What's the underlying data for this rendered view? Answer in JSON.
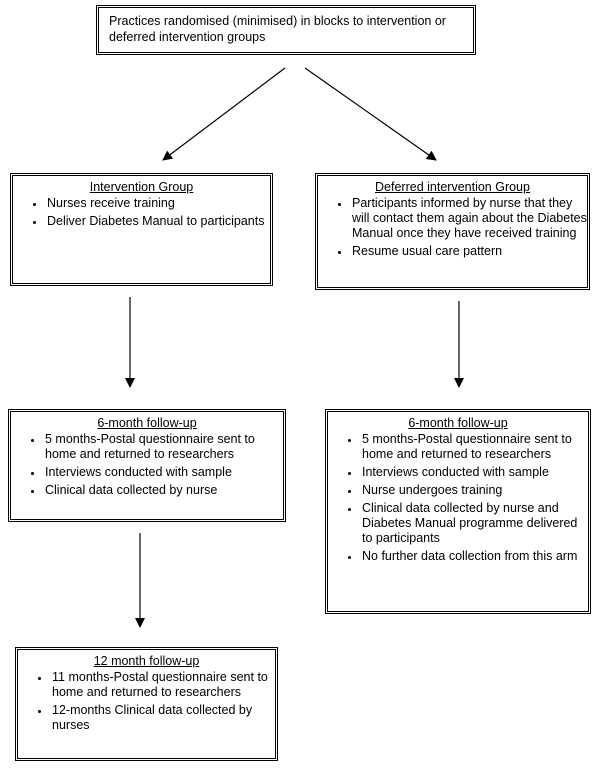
{
  "top": {
    "text": "Practices randomised (minimised) in blocks to intervention or deferred intervention groups"
  },
  "intervention": {
    "title": "Intervention Group",
    "items": [
      "Nurses receive training",
      "Deliver Diabetes Manual to participants"
    ]
  },
  "deferred": {
    "title": "Deferred intervention Group",
    "items": [
      "Participants informed by nurse that they will contact them again about the Diabetes Manual once they have received training",
      "Resume usual care pattern"
    ]
  },
  "followup_left": {
    "title": "6-month follow-up",
    "items": [
      "5 months-Postal questionnaire sent to home and returned to researchers",
      "Interviews conducted with sample",
      "Clinical data collected by nurse"
    ]
  },
  "followup_right": {
    "title": "6-month follow-up",
    "items": [
      "5 months-Postal questionnaire sent to home and returned to researchers",
      "Interviews conducted with sample",
      "Nurse undergoes training",
      "Clinical data collected by nurse and Diabetes Manual programme delivered to participants",
      "No further data collection from this arm"
    ]
  },
  "followup_12": {
    "title": "12 month follow-up",
    "items": [
      "11 months-Postal questionnaire sent to home and returned to researchers",
      "12-months Clinical data collected by nurses"
    ]
  }
}
